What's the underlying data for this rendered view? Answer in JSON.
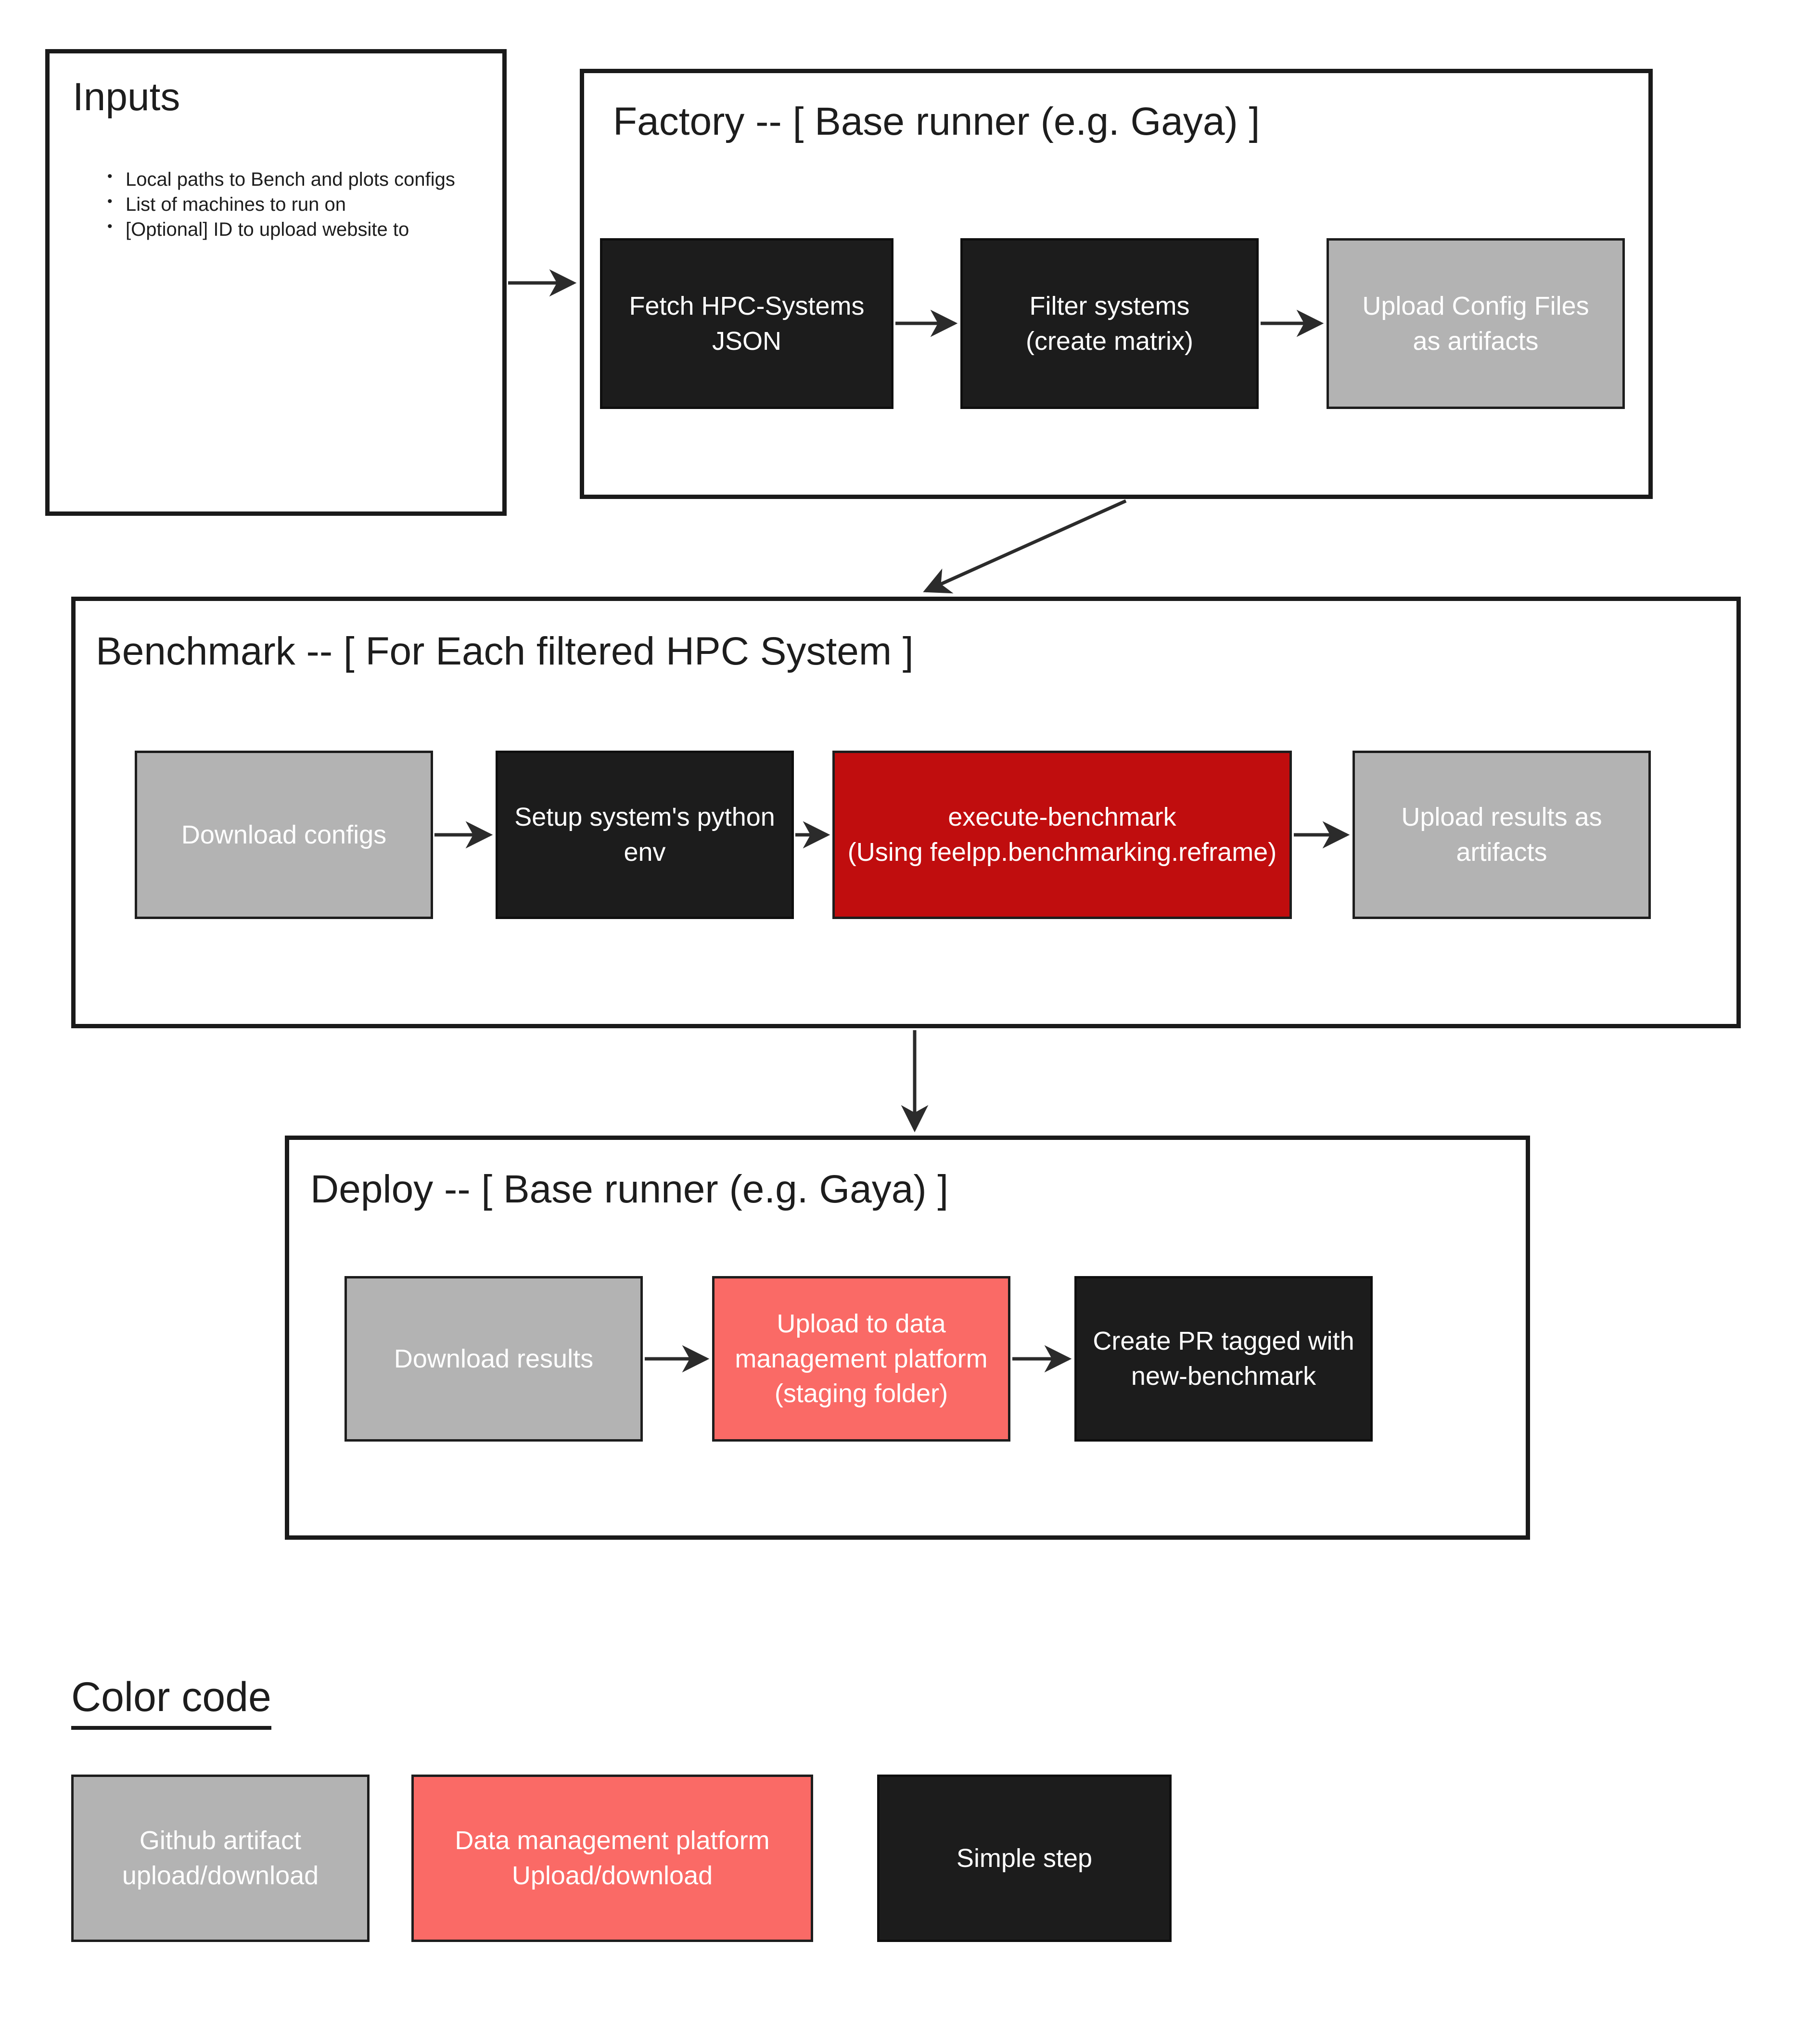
{
  "colors": {
    "background": "#ffffff",
    "section_border": "#1a1a1a",
    "step_simple_black": "#1c1c1c",
    "step_github_artifact_gray": "#b3b3b3",
    "step_execute_red": "#c00d0e",
    "step_data_platform_salmon": "#fa6a66",
    "arrow": "#2b2b2b",
    "text_on_steps": "#ffffff",
    "text_headings": "#1d1d1d"
  },
  "inputs": {
    "title": "Inputs",
    "bullets": [
      "Local paths to Bench and plots configs",
      "List of machines to run on",
      "[Optional] ID to upload website to"
    ]
  },
  "factory": {
    "title": "Factory -- [ Base runner (e.g. Gaya) ]",
    "steps": [
      {
        "label": "Fetch HPC-Systems\nJSON",
        "type": "simple"
      },
      {
        "label": "Filter systems\n(create matrix)",
        "type": "simple"
      },
      {
        "label": "Upload Config Files\nas artifacts",
        "type": "github-artifact"
      }
    ]
  },
  "benchmark": {
    "title": "Benchmark -- [ For Each filtered HPC System ]",
    "steps": [
      {
        "label": "Download configs",
        "type": "github-artifact"
      },
      {
        "label": "Setup system's python\nenv",
        "type": "simple"
      },
      {
        "label": "execute-benchmark\n(Using feelpp.benchmarking.reframe)",
        "type": "execute-benchmark"
      },
      {
        "label": "Upload results as\nartifacts",
        "type": "github-artifact"
      }
    ]
  },
  "deploy": {
    "title": "Deploy -- [ Base runner (e.g. Gaya) ]",
    "steps": [
      {
        "label": "Download results",
        "type": "github-artifact"
      },
      {
        "label": "Upload to data\nmanagement platform\n(staging folder)",
        "type": "data-platform"
      },
      {
        "label": "Create PR tagged with\nnew-benchmark",
        "type": "simple"
      }
    ]
  },
  "legend": {
    "title": "Color code",
    "items": [
      {
        "label": "Github artifact\nupload/download",
        "type": "github-artifact"
      },
      {
        "label": "Data management platform\nUpload/download",
        "type": "data-platform"
      },
      {
        "label": "Simple step",
        "type": "simple"
      }
    ]
  }
}
